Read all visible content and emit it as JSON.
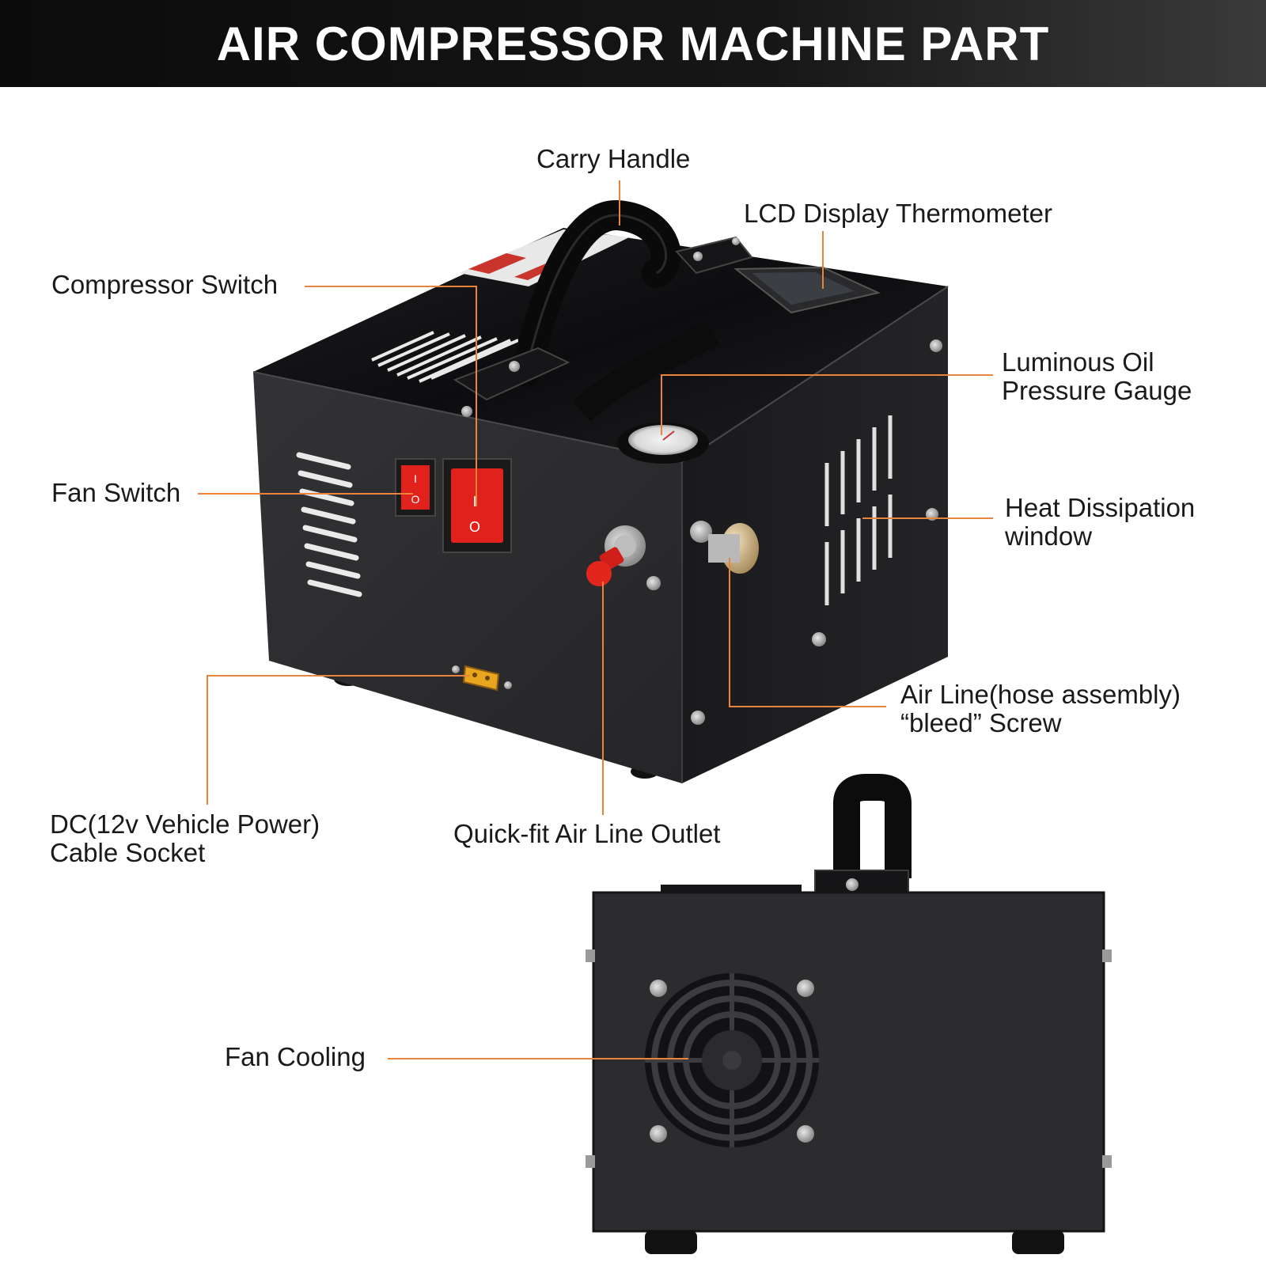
{
  "title": "AIR COMPRESSOR MACHINE PART",
  "labels": {
    "carry_handle": "Carry Handle",
    "lcd_display": "LCD Display Thermometer",
    "compressor_switch": "Compressor Switch",
    "oil_gauge_line1": "Luminous Oil",
    "oil_gauge_line2": "Pressure Gauge",
    "fan_switch": "Fan Switch",
    "heat_window_line1": "Heat Dissipation",
    "heat_window_line2": "window",
    "bleed_screw_line1": "Air Line(hose assembly)",
    "bleed_screw_line2": "“bleed” Screw",
    "dc_socket_line1": "DC(12v Vehicle Power)",
    "dc_socket_line2": "Cable Socket",
    "air_outlet": "Quick-fit Air Line Outlet",
    "fan_cooling": "Fan Cooling"
  },
  "switch_marks": {
    "on": "I",
    "off": "O"
  },
  "colors": {
    "leader": "#e8843c",
    "body_front": "#2b2b2d",
    "body_side": "#1e1e20",
    "body_top": "#111113",
    "switch_red": "#e0211c"
  }
}
